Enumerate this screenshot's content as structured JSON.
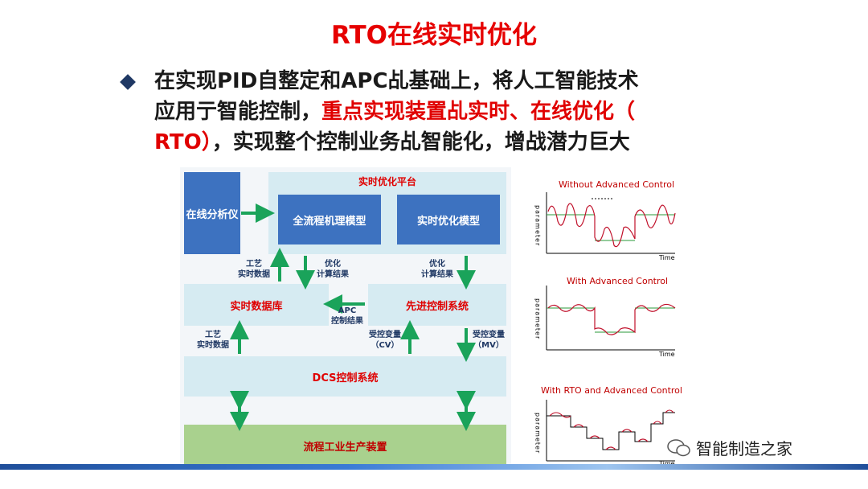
{
  "title": "RTO在线实时优化",
  "bullet": {
    "line1": "在实现PID自整定和APC乩基础上，将人工智能技术",
    "line2a": "应用亍智能控制，",
    "line2b": "重点实现装置乩实时、在线优化（",
    "line3a": "RTO）",
    "line3b": "，实现整个控制业务乩智能化，增战潜力巨大"
  },
  "diagram": {
    "online_analyzer": "在线分析仪",
    "platform_title": "实时优化平台",
    "full_model": "全流程机理模型",
    "rt_model": "实时优化模型",
    "process_data_1": "工艺\n实时数据",
    "opt_result_1": "优化\n计算结果",
    "opt_result_2": "优化\n计算结果",
    "realtime_db": "实时数据库",
    "apc_system": "先进控制系统",
    "apc_result": "APC\n控制结果",
    "process_data_2": "工艺\n实时数据",
    "cv_label": "受控变量\n（CV）",
    "mv_label": "受控变量\n（MV）",
    "dcs": "DCS控制系统",
    "plant": "流程工业生产装置"
  },
  "charts": {
    "c1_title": "Without Advanced Control",
    "c2_title": "With Advanced Control",
    "c3_title": "With RTO and Advanced Control",
    "ylabel": "parameter",
    "xlabel": "Time"
  },
  "watermark": "智能制造之家",
  "colors": {
    "title": "#e60000",
    "diagram_blue": "#3d72c0",
    "light_box": "#d6ebf2",
    "arrow_green": "#1aa35a",
    "plant_green": "#a9d18e"
  }
}
